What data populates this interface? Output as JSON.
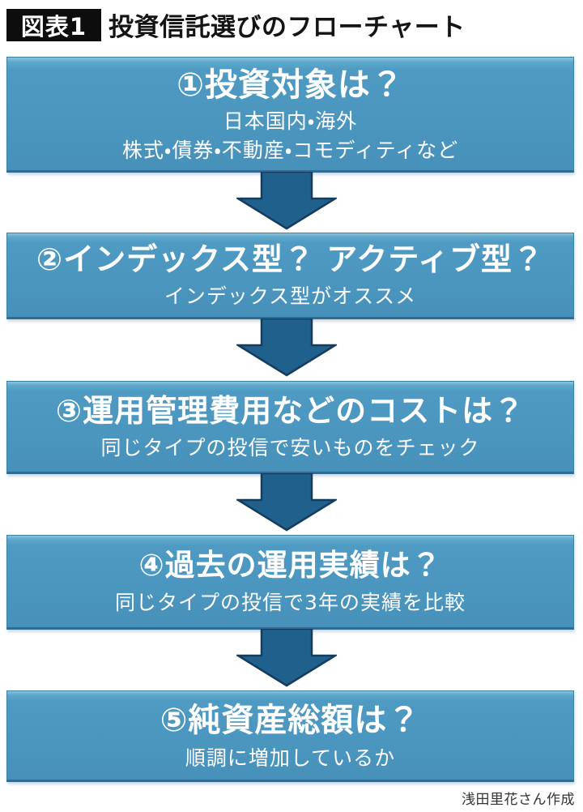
{
  "header": {
    "badge": "図表1",
    "title": "投資信託選びのフローチャート"
  },
  "steps": [
    {
      "heading": "①投資対象は？",
      "lines": [
        "日本国内・海外",
        "株式・債券・不動産・コモディティなど"
      ]
    },
    {
      "heading": "②インデックス型？ アクティブ型？",
      "lines": [
        "インデックス型がオススメ"
      ]
    },
    {
      "heading": "③運用管理費用などのコストは？",
      "lines": [
        "同じタイプの投信で安いものをチェック"
      ]
    },
    {
      "heading": "④過去の運用実績は？",
      "lines": [
        "同じタイプの投信で3年の実績を比較"
      ]
    },
    {
      "heading": "⑤純資産総額は？",
      "lines": [
        "順調に増加しているか"
      ]
    }
  ],
  "footer": {
    "credit": "浅田里花さん作成"
  },
  "icons": {
    "down_arrow": "down-arrow-icon"
  },
  "colors": {
    "box_fill": "#4a95be",
    "box_fill_highlight": "#8ec3da",
    "box_border": "#3a80a8",
    "box_border_bottom": "#2d6c94",
    "arrow_fill": "#1f618c",
    "arrow_stroke": "#153c5e",
    "badge_background": "#0d0d0d",
    "badge_text": "#ffffff",
    "title_text": "#141414",
    "step_text": "#ffffff",
    "credit_text": "#333333",
    "page_background": "#ffffff"
  }
}
